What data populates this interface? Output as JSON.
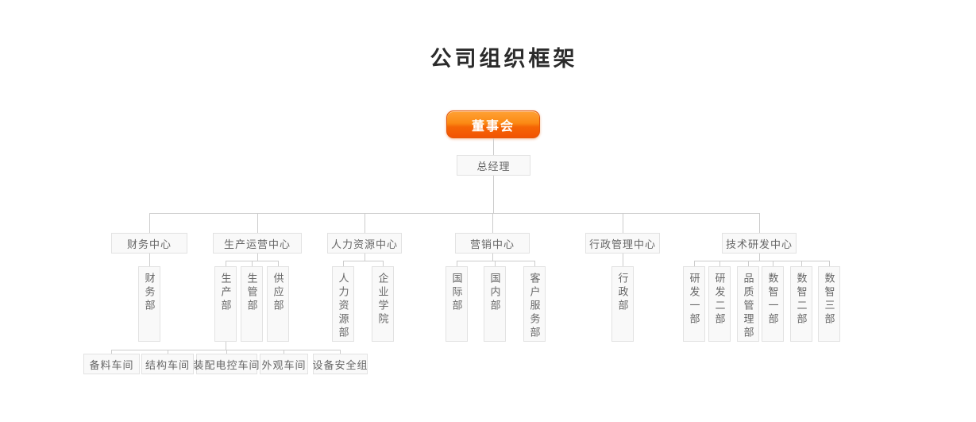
{
  "page": {
    "title": "公司组织框架"
  },
  "colors": {
    "background": "#ffffff",
    "accent_orange_top": "#ffa235",
    "accent_orange_bottom": "#f25303",
    "accent_orange_border": "#e2570b",
    "node_background": "#f9f9f9",
    "node_border": "#e2e2e2",
    "node_text": "#666666",
    "connector_line": "#cccccc",
    "title_text": "#2b2b2b",
    "board_text": "#ffffff"
  },
  "org": {
    "root": {
      "label": "董事会"
    },
    "general_manager": {
      "label": "总经理"
    },
    "centers": [
      {
        "label": "财务中心",
        "children": [
          {
            "label": "财务部"
          }
        ]
      },
      {
        "label": "生产运营中心",
        "children": [
          {
            "label": "生产部"
          },
          {
            "label": "生管部"
          },
          {
            "label": "供应部"
          }
        ]
      },
      {
        "label": "人力资源中心",
        "children": [
          {
            "label": "人力资源部"
          },
          {
            "label": "企业学院"
          }
        ]
      },
      {
        "label": "营销中心",
        "children": [
          {
            "label": "国际部"
          },
          {
            "label": "国内部"
          },
          {
            "label": "客户服务部"
          }
        ]
      },
      {
        "label": "行政管理中心",
        "children": [
          {
            "label": "行政部"
          }
        ]
      },
      {
        "label": "技术研发中心",
        "children": [
          {
            "label": "研发一部"
          },
          {
            "label": "研发二部"
          },
          {
            "label": "品质管理部"
          },
          {
            "label": "数智一部"
          },
          {
            "label": "数智二部"
          },
          {
            "label": "数智三部"
          }
        ]
      }
    ],
    "workshops": {
      "parent_label": "生产部",
      "items": [
        {
          "label": "备料车间"
        },
        {
          "label": "结构车间"
        },
        {
          "label": "装配电控车间"
        },
        {
          "label": "外观车间"
        },
        {
          "label": "设备安全组"
        }
      ]
    }
  }
}
